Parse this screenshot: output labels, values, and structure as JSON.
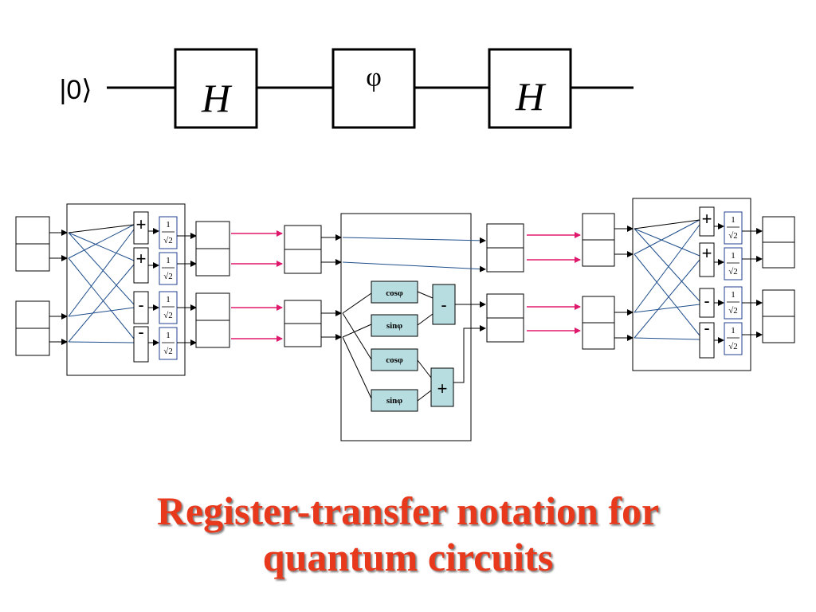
{
  "quantum_circuit": {
    "ket": "|0⟩",
    "gates": [
      "H",
      "φ",
      "H"
    ]
  },
  "register_transfer": {
    "scale_fraction": {
      "numerator": "1",
      "denominator": "√2"
    },
    "hadamard_ops": [
      "+",
      "+",
      "-",
      "-"
    ],
    "phase_multipliers": [
      "cosφ",
      "sinφ",
      "cosφ",
      "sinφ"
    ],
    "phase_ops": [
      "-",
      "+"
    ]
  },
  "title": {
    "line1": "Register-transfer notation for",
    "line2": "quantum circuits"
  },
  "colors": {
    "title": "#e8391d",
    "transfer_arrow": "#e0186c",
    "crossover_wire": "#1f4e8c",
    "multiplier_fill": "#b7dde0",
    "fraction_border": "#1f3f8f"
  }
}
